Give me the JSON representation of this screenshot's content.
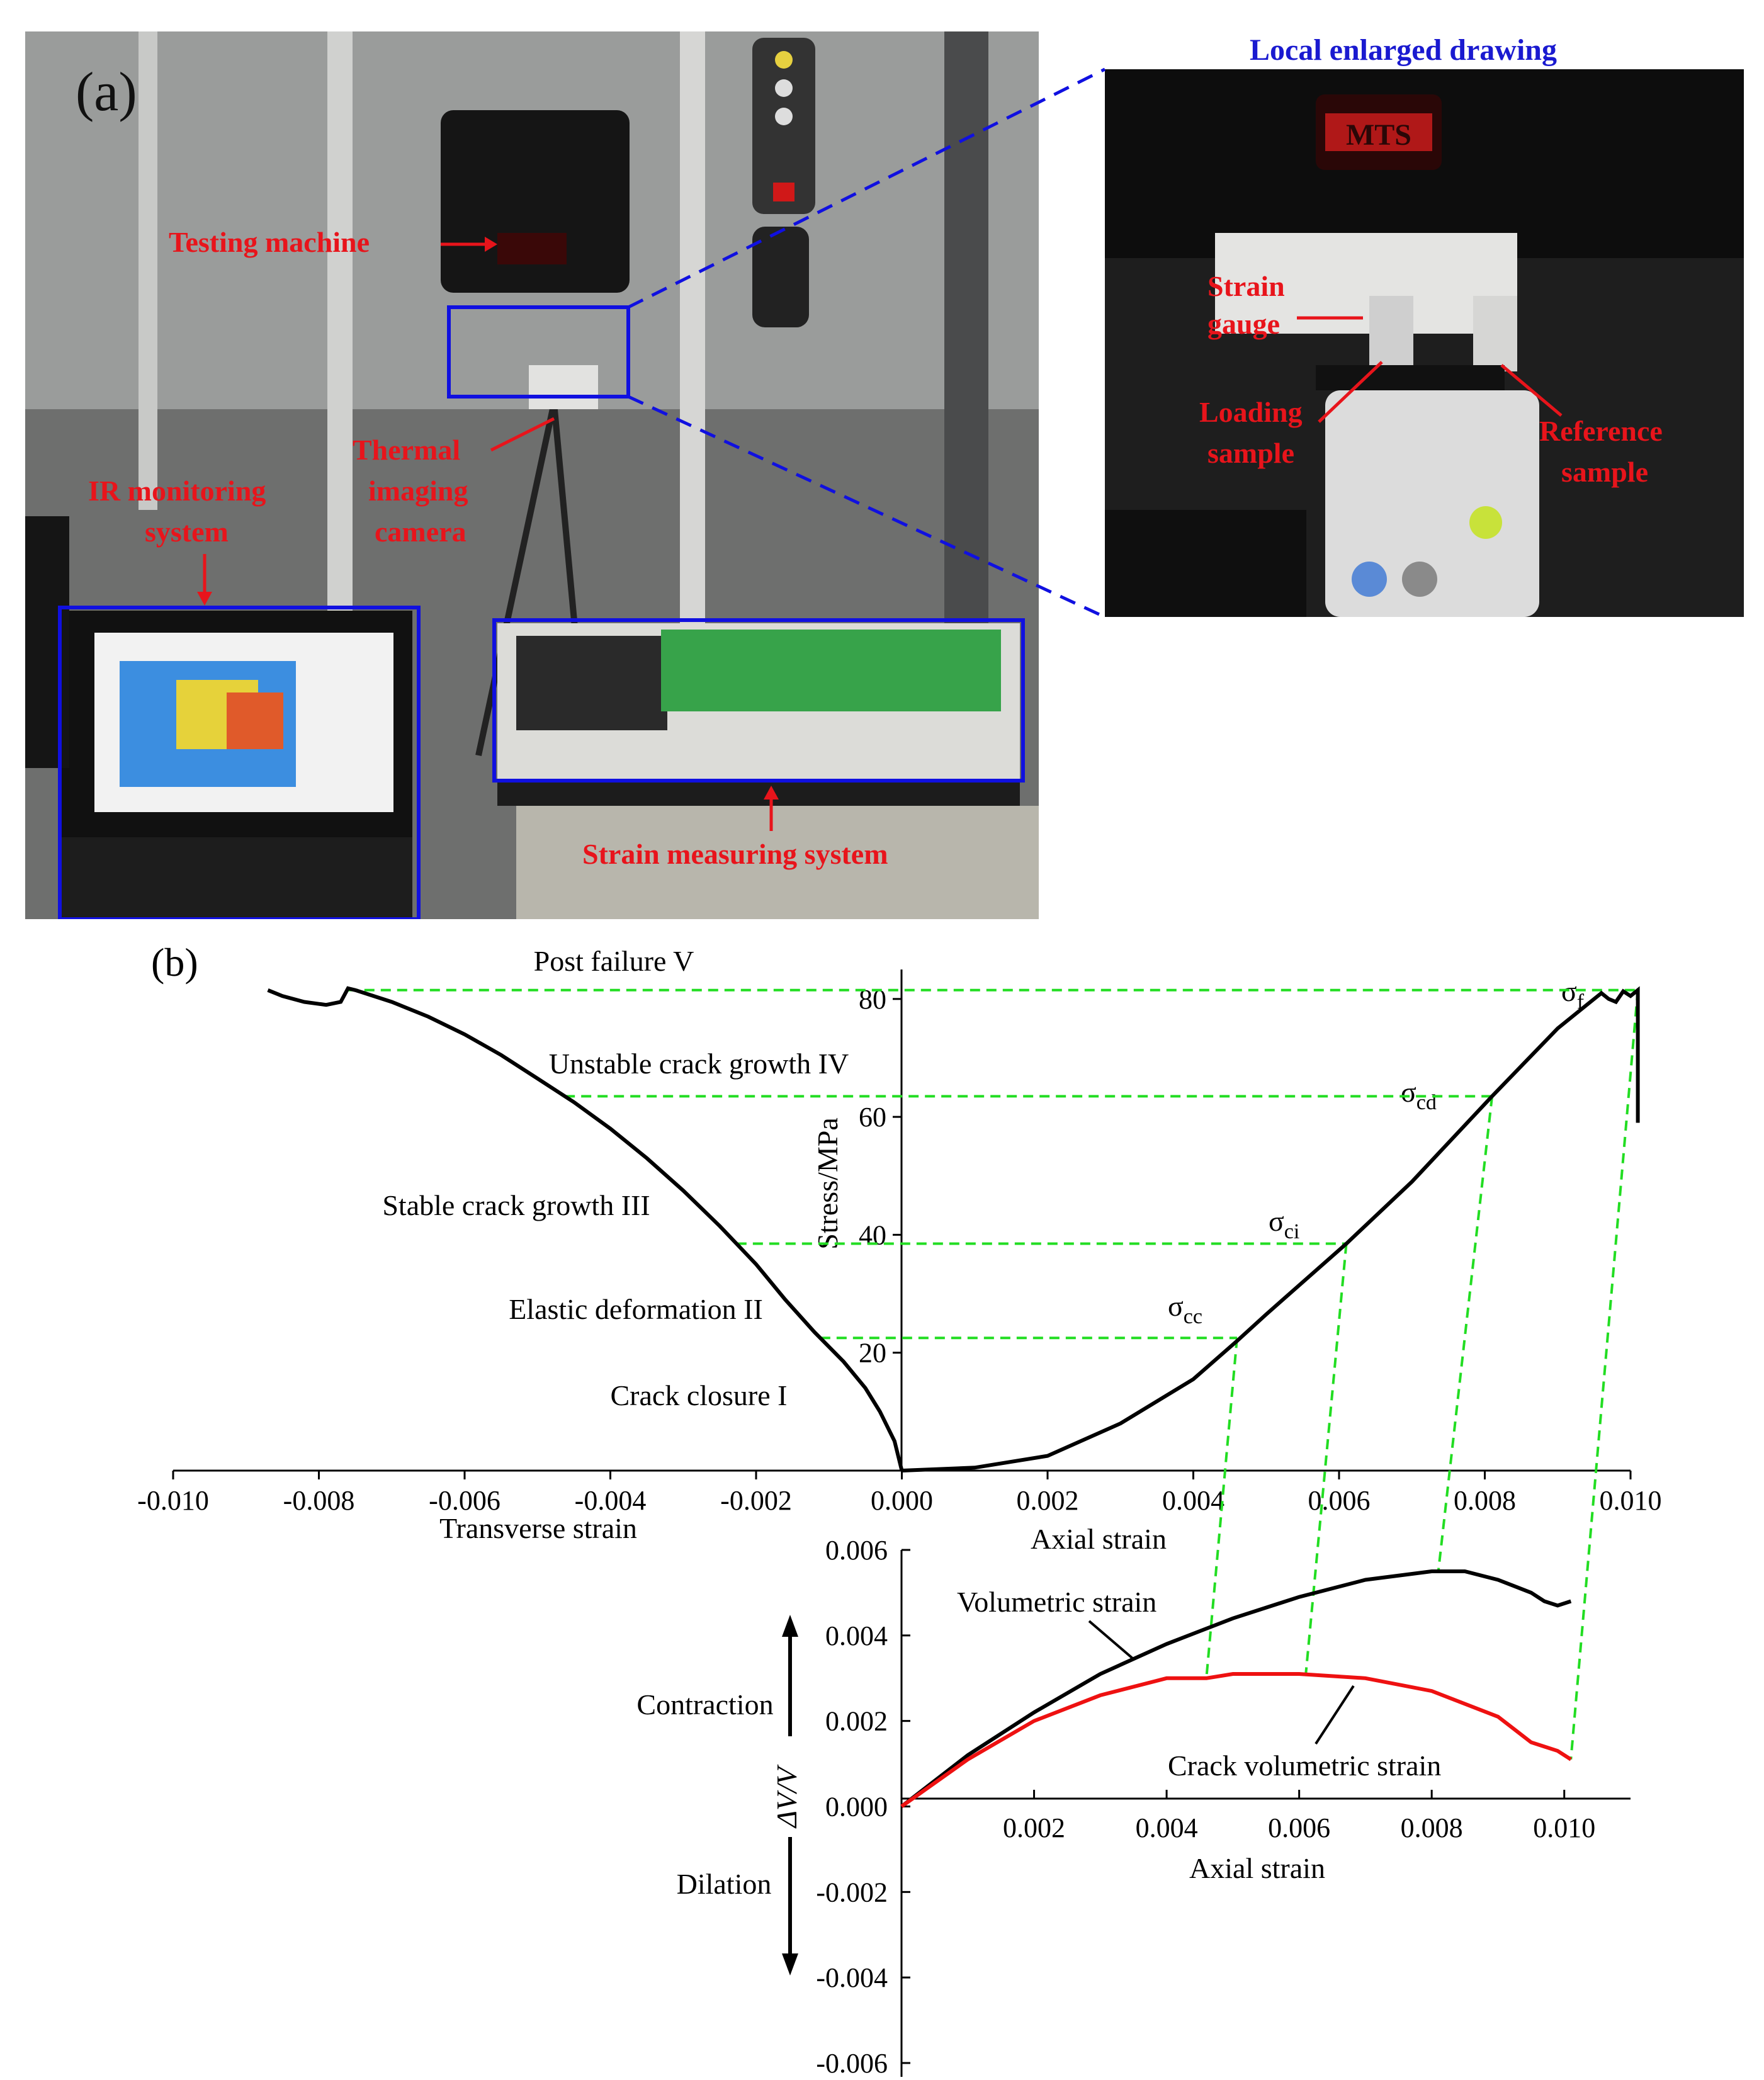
{
  "panel_a": {
    "label": "(a)",
    "enlarged_title": "Local enlarged drawing",
    "labels": {
      "testing_machine": "Testing machine",
      "thermal_1": "Thermal",
      "thermal_2": "imaging",
      "thermal_3": "camera",
      "ir_1": "IR monitoring",
      "ir_2": "system",
      "strain_system": "Strain measuring system",
      "strain_gauge_1": "Strain",
      "strain_gauge_2": "gauge",
      "loading_1": "Loading",
      "loading_2": "sample",
      "reference_1": "Reference",
      "reference_2": "sample",
      "brand": "MTS"
    }
  },
  "panel_b": {
    "label": "(b)",
    "stages": {
      "s5": "Post failure V",
      "s4": "Unstable crack growth IV",
      "s3": "Stable crack growth III",
      "s2": "Elastic deformation II",
      "s1": "Crack closure I"
    },
    "thresholds": {
      "f": {
        "sym": "σ",
        "sub": "f"
      },
      "cd": {
        "sym": "σ",
        "sub": "cd"
      },
      "ci": {
        "sym": "σ",
        "sub": "ci"
      },
      "cc": {
        "sym": "σ",
        "sub": "cc"
      }
    },
    "directions": {
      "contraction": "Contraction",
      "dilation": "Dilation"
    }
  },
  "chart_data": [
    {
      "type": "line",
      "xlabel_left": "Transverse strain",
      "xlabel_right": "Axial strain",
      "ylabel": "Stress/MPa",
      "xlim": [
        -0.01,
        0.01
      ],
      "ylim": [
        0,
        85
      ],
      "x_ticks": [
        "-0.010",
        "-0.008",
        "-0.006",
        "-0.004",
        "-0.002",
        "0.000",
        "0.002",
        "0.004",
        "0.006",
        "0.008",
        "0.010"
      ],
      "y_ticks": [
        "20",
        "40",
        "60",
        "80"
      ],
      "colors": {
        "curve": "#000000",
        "guides": "#22dd22"
      },
      "series": [
        {
          "x": [
            -0.0087,
            -0.0085,
            -0.0082,
            -0.0079,
            -0.0077,
            -0.0076,
            -0.0075,
            -0.007,
            -0.0065,
            -0.006,
            -0.0055,
            -0.005,
            -0.0045,
            -0.004,
            -0.0035,
            -0.003,
            -0.0025,
            -0.002,
            -0.0016,
            -0.0012,
            -0.0008,
            -0.0005,
            -0.0003,
            -0.0001,
            0
          ],
          "y": [
            81.5,
            80.5,
            79.5,
            79.0,
            79.5,
            81.8,
            81.5,
            79.5,
            77.0,
            74.0,
            70.5,
            66.5,
            62.5,
            58.0,
            53.0,
            47.5,
            41.5,
            35.0,
            29.0,
            23.5,
            18.5,
            14.0,
            10.0,
            5.0,
            0
          ]
        },
        {
          "x": [
            0,
            0.001,
            0.002,
            0.003,
            0.004,
            0.0046,
            0.005,
            0.0061,
            0.007,
            0.0081,
            0.009,
            0.0094,
            0.0096,
            0.0097,
            0.0098,
            0.0099,
            0.01,
            0.0101,
            0.0101,
            0.0101
          ],
          "y": [
            0,
            0.5,
            2.5,
            8.0,
            15.5,
            22.0,
            26.5,
            38.5,
            49.0,
            63.5,
            75.0,
            79.0,
            81.0,
            80.0,
            79.5,
            81.3,
            80.5,
            81.5,
            66.0,
            59.0
          ]
        }
      ],
      "annotations": {
        "sigma_cc": [
          0.0046,
          22.5
        ],
        "sigma_ci": [
          0.0061,
          38.5
        ],
        "sigma_cd": [
          0.0081,
          63.5
        ],
        "sigma_f": [
          0.0101,
          81.5
        ]
      }
    },
    {
      "type": "line",
      "xlabel": "Axial strain",
      "ylabel": "ΔV/V",
      "xlim": [
        0,
        0.011
      ],
      "ylim": [
        -0.006,
        0.006
      ],
      "x_ticks": [
        "0.002",
        "0.004",
        "0.006",
        "0.008",
        "0.010"
      ],
      "y_ticks": [
        "0.006",
        "0.004",
        "0.002",
        "0.000",
        "-0.002",
        "-0.004",
        "-0.006"
      ],
      "series": [
        {
          "name": "Volumetric strain",
          "color": "#000000",
          "x": [
            0,
            0.001,
            0.002,
            0.003,
            0.004,
            0.005,
            0.006,
            0.007,
            0.008,
            0.0085,
            0.009,
            0.0095,
            0.0097,
            0.0099,
            0.0101
          ],
          "y": [
            0,
            0.0012,
            0.0022,
            0.0031,
            0.0038,
            0.0044,
            0.0049,
            0.0053,
            0.0055,
            0.0055,
            0.0053,
            0.005,
            0.0048,
            0.0047,
            0.0048
          ]
        },
        {
          "name": "Crack volumetric strain",
          "color": "#ee1111",
          "x": [
            0,
            0.001,
            0.002,
            0.003,
            0.004,
            0.0046,
            0.005,
            0.006,
            0.007,
            0.008,
            0.009,
            0.0095,
            0.0097,
            0.0099,
            0.0101
          ],
          "y": [
            0,
            0.0011,
            0.002,
            0.0026,
            0.003,
            0.003,
            0.0031,
            0.0031,
            0.003,
            0.0027,
            0.0021,
            0.0015,
            0.0014,
            0.0013,
            0.0011
          ]
        }
      ]
    }
  ]
}
